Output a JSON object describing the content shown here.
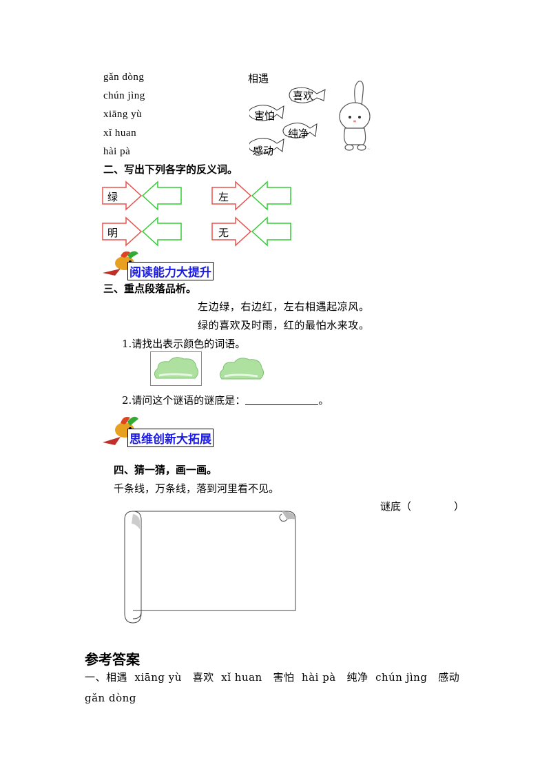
{
  "pinyin_list": [
    "gǎn  dòng",
    "chún  jìng",
    "xiāng  yù",
    "xǐ  huan",
    "hài  pà"
  ],
  "fish_words": {
    "top": "相遇",
    "xihuan": "喜欢",
    "haipa": "害怕",
    "chunjing": "纯净",
    "gandong": "感动"
  },
  "section2": {
    "title": "二、写出下列各字的反义词。",
    "items": [
      "绿",
      "左",
      "明",
      "无"
    ]
  },
  "banner1": "阅读能力大提升",
  "section3": {
    "title": "三、重点段落品析。",
    "riddle_line1": "左边绿，右边红，左右相遇起凉风。",
    "riddle_line2": "绿的喜欢及时雨，红的最怕水来攻。",
    "q1": "1.请找出表示颜色的词语。",
    "q2_prefix": "2.请问这个谜语的谜底是：",
    "q2_suffix": "。"
  },
  "banner2": "思维创新大拓展",
  "section4": {
    "title": "四、猜一猜，画一画。",
    "riddle": "千条线，万条线，落到河里看不见。",
    "answer_label": "谜底（",
    "answer_close": "）"
  },
  "answers": {
    "title": "参考答案",
    "line1": "一、相遇  xiāng yù   喜欢  xǐ huan   害怕  hài pà   纯净  chún jìng   感动",
    "line2": "gǎn dòng"
  },
  "colors": {
    "red_arrow": "#e8504a",
    "green_arrow": "#33cc33",
    "banner_text": "#1a1ae6",
    "cloud": "#aee0a0"
  }
}
